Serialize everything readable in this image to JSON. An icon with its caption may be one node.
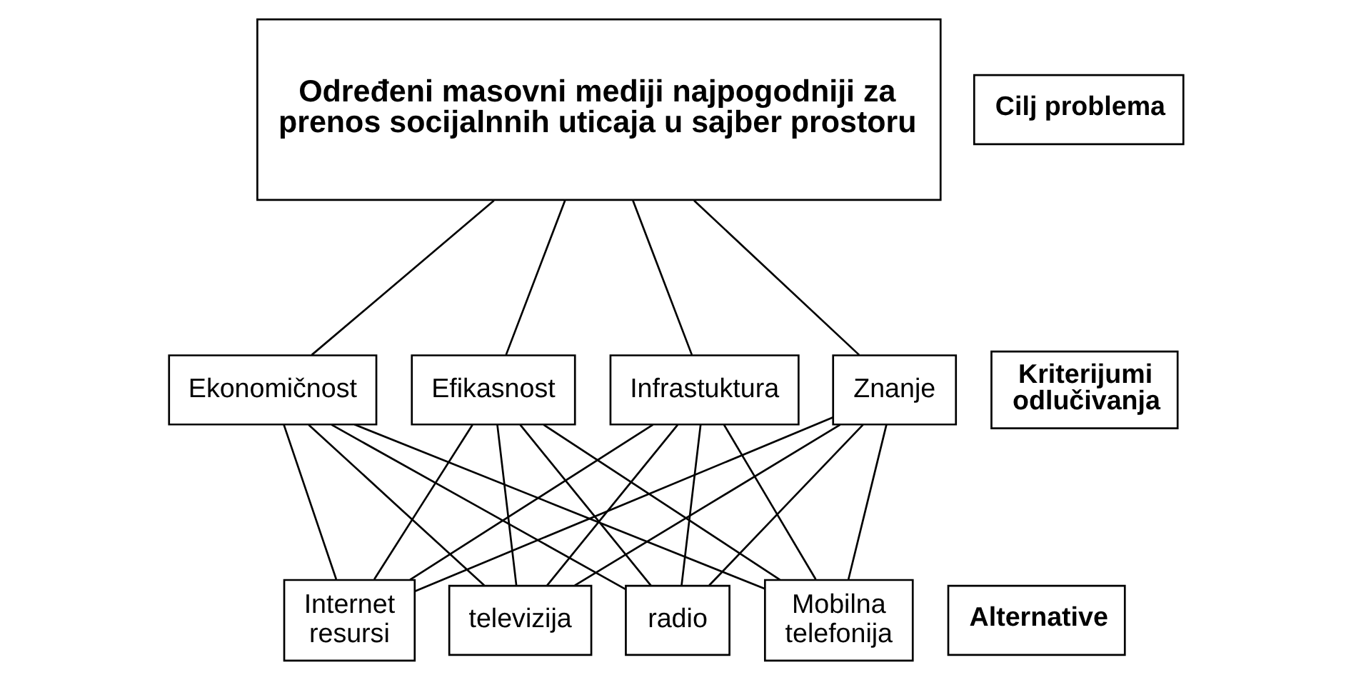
{
  "diagram": {
    "nodes": [
      {
        "text": [
          "Određeni masovni mediji najpogodniji za prenos socijalnnih uticaja u sajber prostoru"
        ]
      },
      {
        "text": [
          "Ekonomičnost"
        ]
      },
      {
        "text": [
          "Efikasnost"
        ]
      },
      {
        "text": [
          "Infrastuktura"
        ]
      },
      {
        "text": [
          "Znanje"
        ]
      },
      {
        "text": [
          "Internet resursi"
        ]
      },
      {
        "text": [
          "televizija"
        ]
      },
      {
        "text": [
          "radio"
        ]
      },
      {
        "text": [
          "Mobilna telefonija"
        ]
      },
      {
        "text": [
          "Cilj problema"
        ]
      },
      {
        "text": [
          "Kriterijumi odlučivanja"
        ]
      },
      {
        "text": [
          "Alternative"
        ]
      }
    ],
    "edges": [
      {
        "from": 0,
        "to": 1,
        "arrow": "none"
      },
      {
        "from": 0,
        "to": 2,
        "arrow": "none"
      },
      {
        "from": 0,
        "to": 3,
        "arrow": "none"
      },
      {
        "from": 0,
        "to": 4,
        "arrow": "none"
      },
      {
        "from": 1,
        "to": 5,
        "arrow": "none"
      },
      {
        "from": 1,
        "to": 6,
        "arrow": "none"
      },
      {
        "from": 1,
        "to": 7,
        "arrow": "none"
      },
      {
        "from": 1,
        "to": 8,
        "arrow": "none"
      },
      {
        "from": 2,
        "to": 5,
        "arrow": "none"
      },
      {
        "from": 2,
        "to": 6,
        "arrow": "none"
      },
      {
        "from": 2,
        "to": 7,
        "arrow": "none"
      },
      {
        "from": 2,
        "to": 8,
        "arrow": "none"
      },
      {
        "from": 3,
        "to": 5,
        "arrow": "none"
      },
      {
        "from": 3,
        "to": 6,
        "arrow": "none"
      },
      {
        "from": 3,
        "to": 7,
        "arrow": "none"
      },
      {
        "from": 3,
        "to": 8,
        "arrow": "none"
      },
      {
        "from": 4,
        "to": 5,
        "arrow": "none"
      },
      {
        "from": 4,
        "to": 6,
        "arrow": "none"
      },
      {
        "from": 4,
        "to": 7,
        "arrow": "none"
      },
      {
        "from": 4,
        "to": 8,
        "arrow": "none"
      }
    ]
  }
}
